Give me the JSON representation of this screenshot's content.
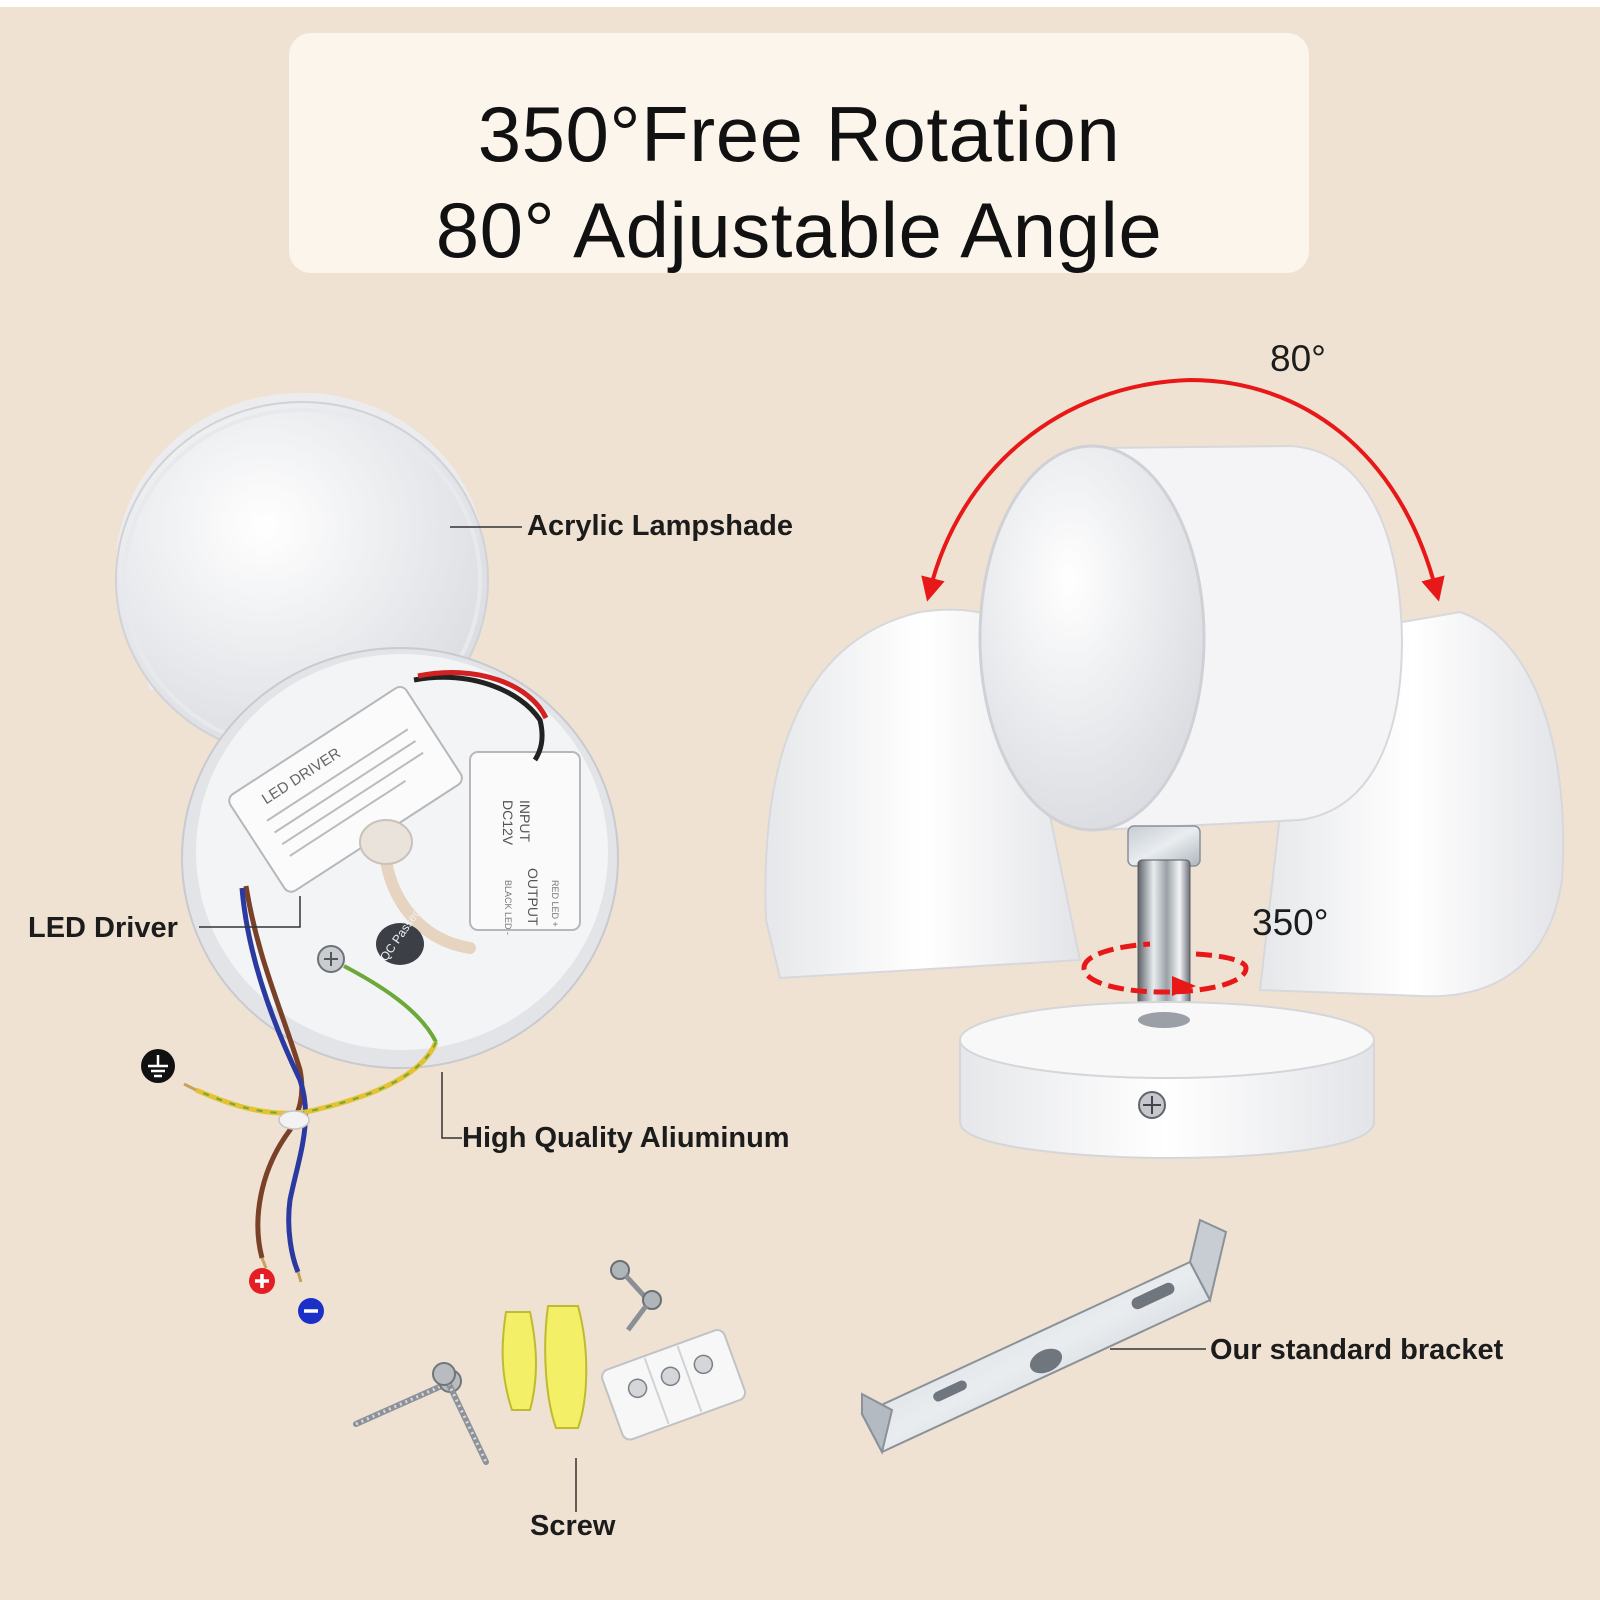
{
  "header": {
    "line1": "350°Free Rotation",
    "line2": "80° Adjustable Angle"
  },
  "angles": {
    "tilt": "80°",
    "rotate": "350°"
  },
  "callouts": {
    "lampshade": "Acrylic Lampshade",
    "driver": "LED Driver",
    "aluminum": "High Quality Aliuminum",
    "bracket": "Our standard bracket",
    "screw": "Screw"
  },
  "driver_label": {
    "title": "LED DRIVER",
    "input_title": "INPUT",
    "input_value": "DC12V",
    "output_title": "OUTPUT",
    "output_red": "RED LED +",
    "output_black": "BLACK LED -",
    "qc": "QC Passed"
  },
  "colors": {
    "background": "#efe2d2",
    "title_box": "#fbf5ec",
    "arrow_red": "#e81818",
    "plus_red": "#e51d24",
    "minus_blue": "#1b2fc9"
  },
  "icons": {
    "ground": "ground-symbol-icon",
    "plus": "plus-terminal-icon",
    "minus": "minus-terminal-icon"
  }
}
